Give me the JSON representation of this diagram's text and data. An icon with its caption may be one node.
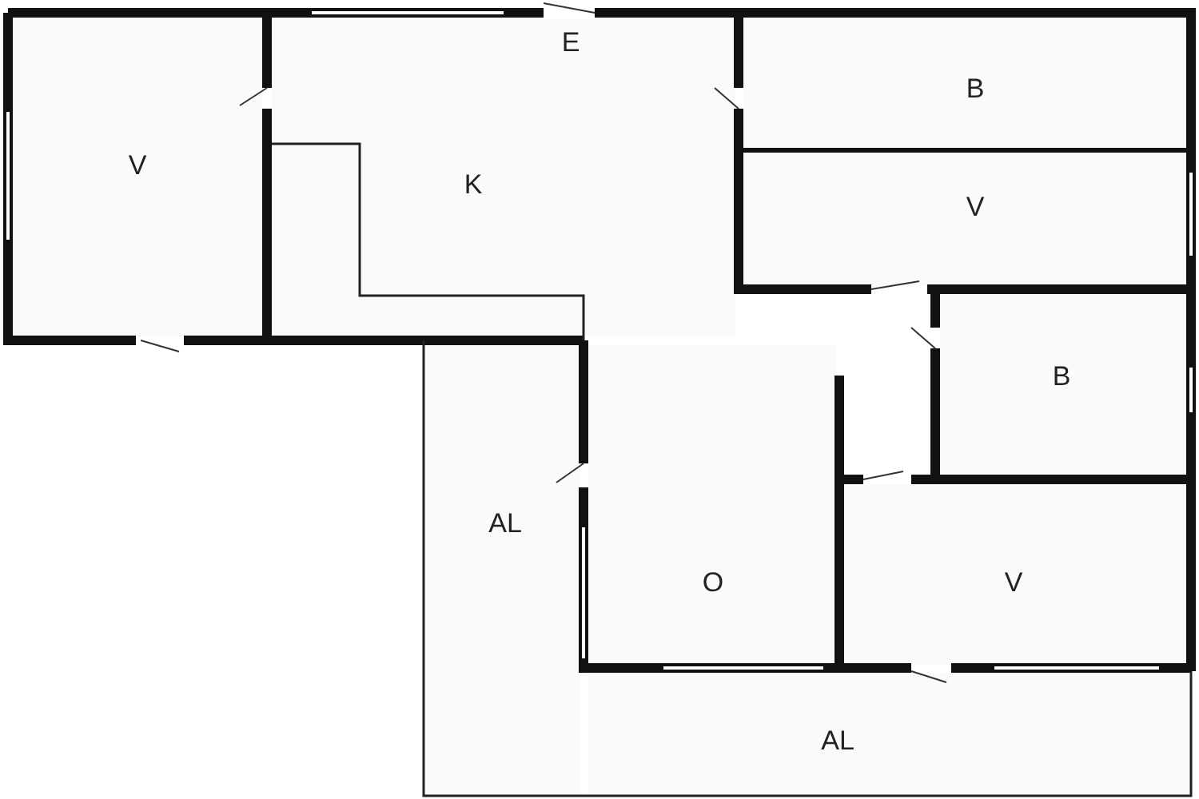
{
  "diagram": {
    "nodes": [
      {
        "text": [
          "V"
        ]
      },
      {
        "text": [
          "K"
        ]
      },
      {
        "text": [
          "B"
        ]
      },
      {
        "text": [
          "V"
        ]
      },
      {
        "text": [
          "B"
        ]
      },
      {
        "text": [
          "AL"
        ]
      },
      {
        "text": [
          "O"
        ]
      },
      {
        "text": [
          "V"
        ]
      },
      {
        "text": [
          "AL"
        ]
      }
    ],
    "labels": [
      "E"
    ]
  }
}
